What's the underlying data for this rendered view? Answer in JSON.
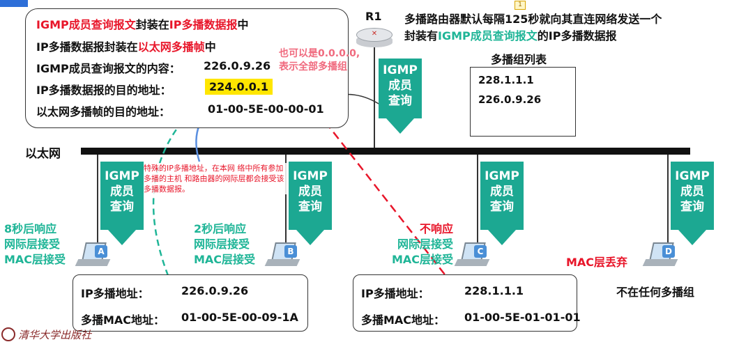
{
  "callout": {
    "line1": {
      "a": "IGMP成员查询报文",
      "b": "封装在",
      "c": "IP多播数据报",
      "d": "中"
    },
    "line2": {
      "a": "IP多播数据报封装在",
      "b": "以太网多播帧",
      "c": "中"
    },
    "line3": {
      "label": "IGMP成员查询报文的内容：",
      "value": "226.0.9.26"
    },
    "line4": {
      "label": "IP多播数据报的目的地址：",
      "value": "224.0.0.1"
    },
    "line5": {
      "label": "以太网多播帧的目的地址：",
      "value": "01-00-5E-00-00-01"
    }
  },
  "note_all_groups": {
    "line1": "也可以是0.0.0.0,",
    "line2": "表示全部多播组"
  },
  "router": {
    "name": "R1"
  },
  "router_desc": {
    "line1": "多播路由器默认每隔125秒就向其直连网络发送一个",
    "line2a": "封装有",
    "line2b": "IGMP成员查询报文",
    "line2c": "的IP多播数据报"
  },
  "footnote_marker": "1",
  "group_list": {
    "title": "多播组列表",
    "items": [
      "228.1.1.1",
      "226.0.9.26"
    ]
  },
  "ethernet_label": "以太网",
  "query_label": {
    "l1": "IGMP",
    "l2": "成员",
    "l3": "查询"
  },
  "special_addr_note": "特殊的IP多播地址，在本网 络中所有参加多播的主机 和路由器的网际层都会接受该多播数据报。",
  "hosts": {
    "A": {
      "badge": "A",
      "line1": "8秒后响应",
      "line2": "网际层接受",
      "line3": "MAC层接受"
    },
    "B": {
      "badge": "B",
      "line1": "2秒后响应",
      "line2": "网际层接受",
      "line3": "MAC层接受"
    },
    "C": {
      "badge": "C",
      "line1": "不响应",
      "line2": "网际层接受",
      "line3": "MAC层接受"
    },
    "D": {
      "badge": "D",
      "line1": "MAC层丢弃",
      "line2": "不在任何多播组"
    }
  },
  "box_ab": {
    "ip_label": "IP多播地址：",
    "ip": "226.0.9.26",
    "mac_label": "多播MAC地址：",
    "mac": "01-00-5E-00-09-1A"
  },
  "box_c": {
    "ip_label": "IP多播地址：",
    "ip": "228.1.1.1",
    "mac_label": "多播MAC地址：",
    "mac": "01-00-5E-01-01-01"
  },
  "publisher": "清华大学出版社",
  "colors": {
    "green": "#1fb597",
    "teal_box": "#1ca892",
    "red": "#e8162a",
    "highlight": "#ffe600",
    "blue_arrow": "#5a8fe0"
  }
}
